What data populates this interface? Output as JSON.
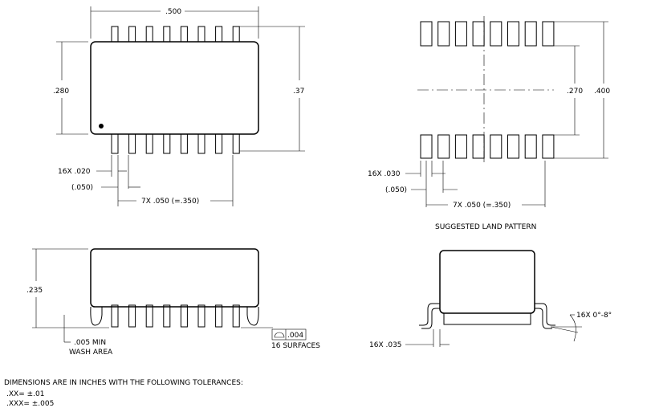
{
  "top_view": {
    "width_dim": ".500",
    "body_height_dim": ".280",
    "overall_height_dim": ".37",
    "lead_width_dim": "16X .020",
    "pitch_dim": "(.050)",
    "span_dim": "7X .050 (=.350)",
    "pin_count_per_side": 8
  },
  "land_pattern": {
    "title": "SUGGESTED LAND PATTERN",
    "inner_dim": ".270",
    "outer_dim": ".400",
    "pad_width_dim": "16X .030",
    "pitch_dim": "(.050)",
    "span_dim": "7X .050 (=.350)"
  },
  "side_view": {
    "height_dim": ".235",
    "wash_note_1": ".005 MIN",
    "wash_note_2": "WASH AREA",
    "coplanarity_value": ".004",
    "coplanarity_note": "16 SURFACES"
  },
  "end_view": {
    "lead_dim": "16X .035",
    "angle_dim": "16X 0°-8°"
  },
  "notes": {
    "line1": "DIMENSIONS ARE IN INCHES WITH THE FOLLOWING TOLERANCES:",
    "line2": ".XX= ±.01",
    "line3": ".XXX= ±.005"
  }
}
